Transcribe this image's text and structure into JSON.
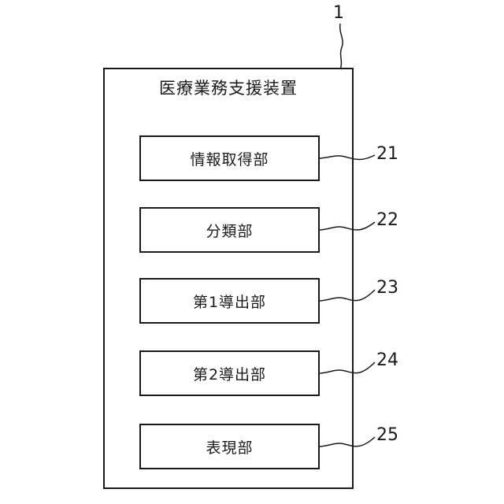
{
  "device": {
    "ref": "1",
    "title": "医療業務支援装置"
  },
  "units": [
    {
      "ref": "21",
      "label": "情報取得部"
    },
    {
      "ref": "22",
      "label": "分類部"
    },
    {
      "ref": "23",
      "label": "第1導出部"
    },
    {
      "ref": "24",
      "label": "第2導出部"
    },
    {
      "ref": "25",
      "label": "表現部"
    }
  ]
}
